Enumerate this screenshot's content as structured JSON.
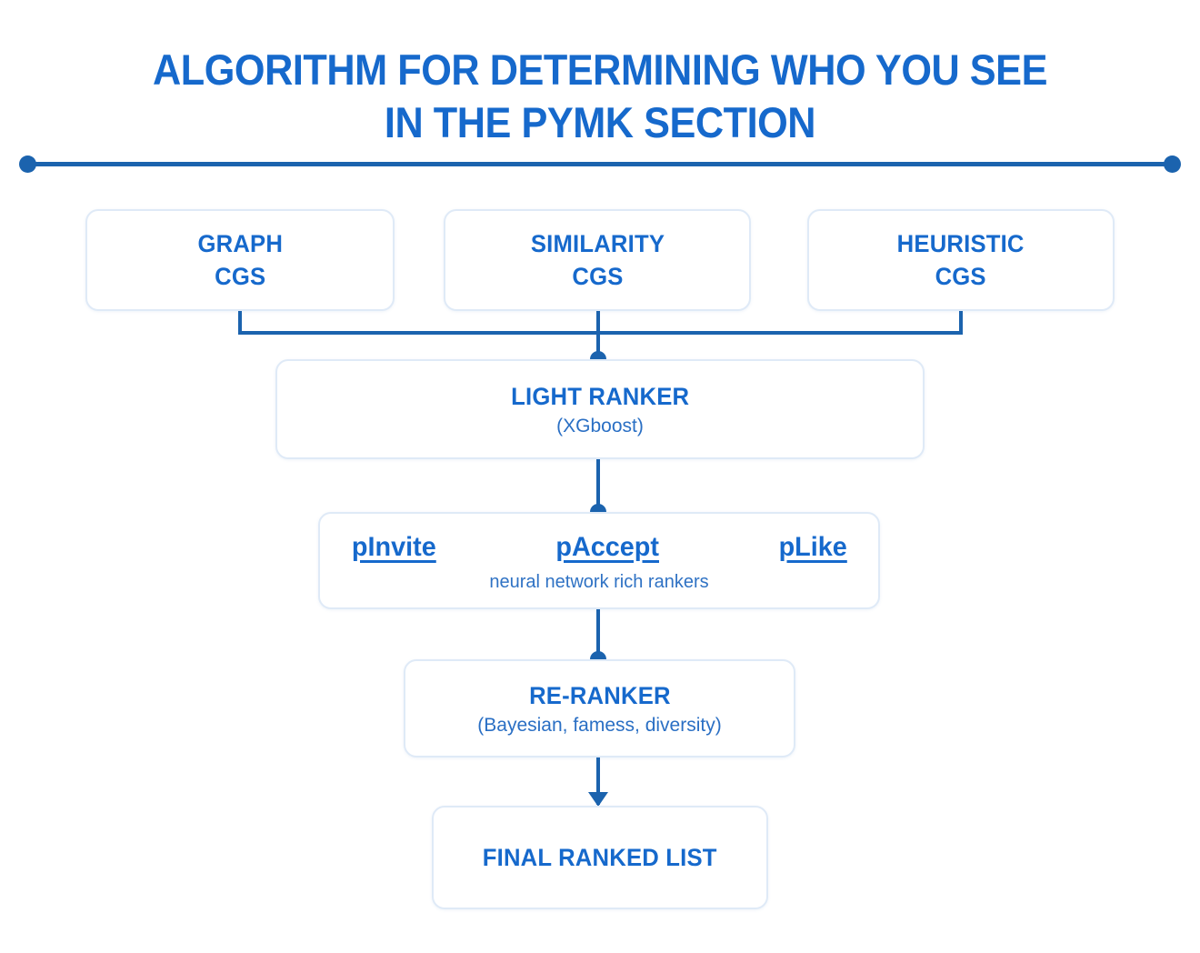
{
  "page": {
    "title": "ALGORITHM FOR DETERMINING WHO YOU SEE\nIN THE PYMK SECTION",
    "accent_color": "#1669cc",
    "line_color": "#1b63ae",
    "box_border_color": "#dfeaf7",
    "background_color": "#ffffff"
  },
  "diagram": {
    "type": "flowchart",
    "candidate_generation": [
      {
        "id": "graph-cgs",
        "title": "GRAPH\nCGS"
      },
      {
        "id": "similarity-cgs",
        "title": "SIMILARITY\nCGS"
      },
      {
        "id": "heuristic-cgs",
        "title": "HEURISTIC\nCGS"
      }
    ],
    "light_ranker": {
      "title": "LIGHT RANKER",
      "subtitle": "(XGboost)"
    },
    "rich_rankers": {
      "terms": [
        "pInvite",
        "pAccept",
        "pLike"
      ],
      "caption": "neural network rich rankers"
    },
    "re_ranker": {
      "title": "RE-RANKER",
      "subtitle": "(Bayesian, famess, diversity)"
    },
    "final": {
      "title": "FINAL RANKED LIST"
    }
  }
}
